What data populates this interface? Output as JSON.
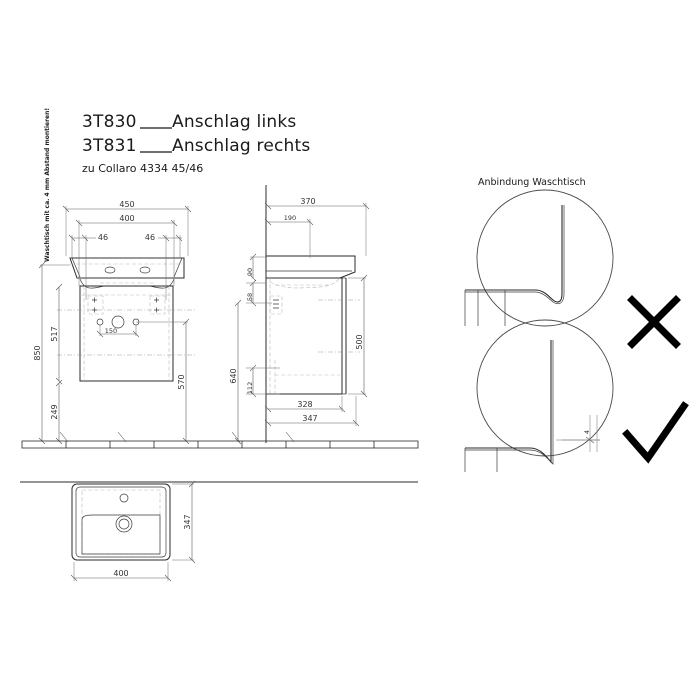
{
  "sheet": {
    "title_lines": [
      {
        "code": "3T830",
        "text": "Anschlag links"
      },
      {
        "code": "3T831",
        "text": "Anschlag rechts"
      }
    ],
    "subtitle": "zu Collaro 4334 45/46",
    "note_vertical": "Waschtisch mit ca. 4 mm Abstand montieren!",
    "detail_heading": "Anbindung Waschtisch"
  },
  "front_view": {
    "name": "front-elevation",
    "dimensions": {
      "overall_width": "450",
      "cabinet_width": "400",
      "offset_left": "46",
      "offset_right": "46",
      "basin_to_floor_top": "517",
      "total_height": "850",
      "plinth_height": "249",
      "cabinet_height": "570",
      "hole_spacing": "150"
    }
  },
  "side_view": {
    "name": "side-elevation",
    "dimensions": {
      "overall_depth": "370",
      "basin_front_offset": "190",
      "basin_thickness": "90",
      "top_gap": "58",
      "cabinet_to_floor": "640",
      "plinth_offset": "112",
      "cabinet_height": "500",
      "cabinet_depth": "328",
      "basin_depth": "347"
    }
  },
  "plan_view": {
    "name": "plan-view",
    "dimensions": {
      "width": "400",
      "depth": "347"
    }
  },
  "details": {
    "wrong": {
      "label_icon": "cross-icon",
      "mark": "✕"
    },
    "correct": {
      "label_icon": "check-icon",
      "mark": "✓",
      "gap_dimension": "4"
    }
  },
  "colors": {
    "line": "#2b2b2b",
    "dimension": "#5a5a5a",
    "hidden": "#b9b9b9",
    "mark": "#000000",
    "background": "#ffffff"
  }
}
